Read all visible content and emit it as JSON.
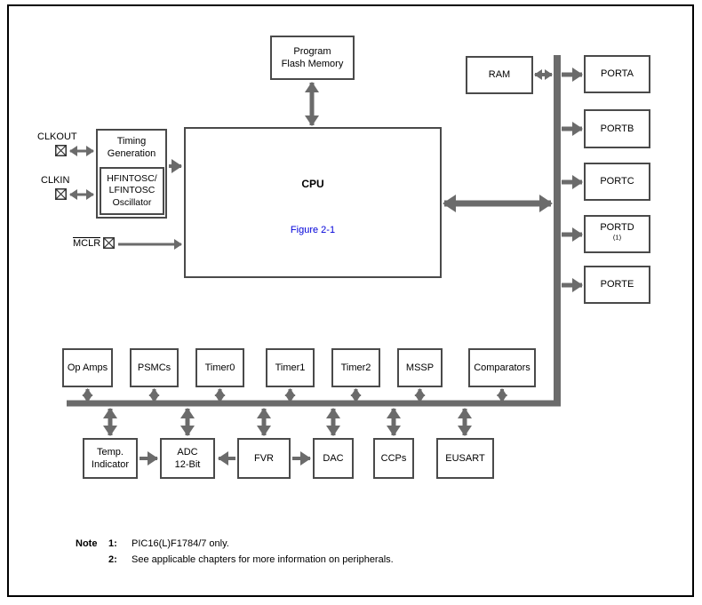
{
  "figure": {
    "cpu_label": "CPU",
    "cpu_link": "Figure 2-1",
    "flash": {
      "line1": "Program",
      "line2": "Flash Memory"
    },
    "ram": "RAM",
    "ports": [
      {
        "label": "PORTA"
      },
      {
        "label": "PORTB"
      },
      {
        "label": "PORTC"
      },
      {
        "label": "PORTD",
        "sup": "(1)"
      },
      {
        "label": "PORTE"
      }
    ],
    "timing": {
      "line1": "Timing",
      "line2": "Generation"
    },
    "osc": {
      "line1": "HFINTOSC/",
      "line2": "LFINTOSC",
      "line3": "Oscillator"
    },
    "pins": {
      "clkout": "CLKOUT",
      "clkin": "CLKIN",
      "mclr": "MCLR"
    },
    "top_row": [
      {
        "label": "Op Amps"
      },
      {
        "label": "PSMCs"
      },
      {
        "label": "Timer0"
      },
      {
        "label": "Timer1"
      },
      {
        "label": "Timer2"
      },
      {
        "label": "MSSP"
      },
      {
        "label": "Comparators"
      }
    ],
    "bottom_row": [
      {
        "line1": "Temp.",
        "line2": "Indicator"
      },
      {
        "line1": "ADC",
        "line2": "12-Bit"
      },
      {
        "line1": "FVR"
      },
      {
        "line1": "DAC"
      },
      {
        "line1": "CCPs"
      },
      {
        "line1": "EUSART"
      }
    ],
    "note": {
      "label": "Note",
      "items": [
        {
          "num": "1:",
          "text": "PIC16(L)F1784/7 only."
        },
        {
          "num": "2:",
          "text": "See applicable chapters for more information on peripherals."
        }
      ]
    }
  }
}
